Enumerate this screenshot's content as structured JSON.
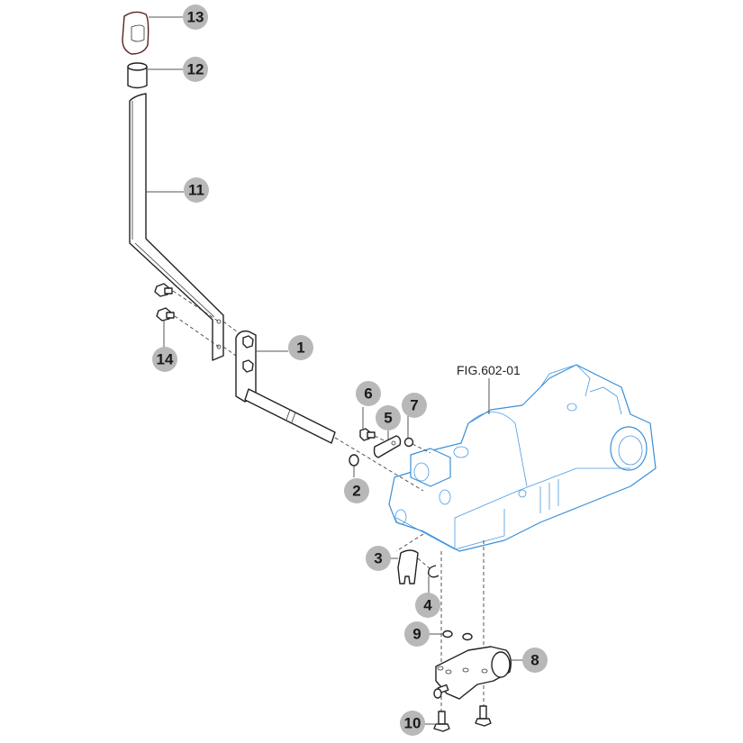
{
  "figure": {
    "reference_label": "FIG.602-01",
    "callouts": [
      {
        "id": "1",
        "part": "lever-shaft"
      },
      {
        "id": "2",
        "part": "o-ring"
      },
      {
        "id": "3",
        "part": "fork-arm"
      },
      {
        "id": "4",
        "part": "e-clip"
      },
      {
        "id": "5",
        "part": "plate"
      },
      {
        "id": "6",
        "part": "bolt"
      },
      {
        "id": "7",
        "part": "nut"
      },
      {
        "id": "8",
        "part": "valve-housing"
      },
      {
        "id": "9",
        "part": "seal-rings"
      },
      {
        "id": "10",
        "part": "flange-bolt"
      },
      {
        "id": "11",
        "part": "lever-rod"
      },
      {
        "id": "12",
        "part": "grip-sleeve"
      },
      {
        "id": "13",
        "part": "knob"
      },
      {
        "id": "14",
        "part": "bolts"
      }
    ]
  }
}
